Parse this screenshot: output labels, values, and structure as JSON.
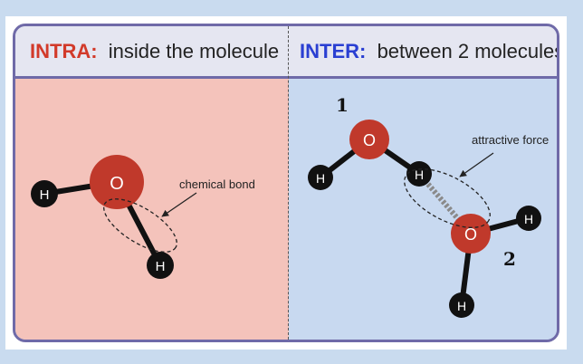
{
  "header": {
    "intra_keyword": "INTRA:",
    "intra_text": "inside the molecule",
    "inter_keyword": "INTER:",
    "inter_text": "between 2 molecules"
  },
  "left": {
    "bond_label": "chemical bond"
  },
  "right": {
    "force_label": "attractive force",
    "molecule_1": "1",
    "molecule_2": "2"
  },
  "atoms": {
    "oxygen": "O",
    "hydrogen": "H"
  },
  "colors": {
    "intra": "#d23a2a",
    "inter": "#2a3fd2",
    "oxygen": "#c0392b",
    "hydrogen": "#111111",
    "left_bg": "#f4c3bb",
    "right_bg": "#c8d9f0"
  }
}
